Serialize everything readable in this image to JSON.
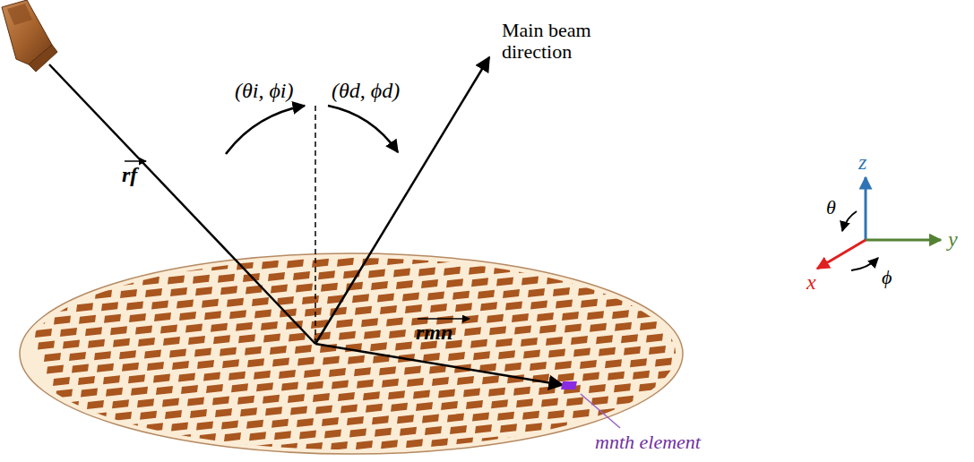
{
  "diagram": {
    "labels": [
      "Main beam direction",
      "(θi, ϕi)",
      "(θd, ϕd)",
      "rf",
      "rmn",
      "mnth element",
      "z",
      "y",
      "x",
      "θ",
      "ϕ"
    ]
  }
}
